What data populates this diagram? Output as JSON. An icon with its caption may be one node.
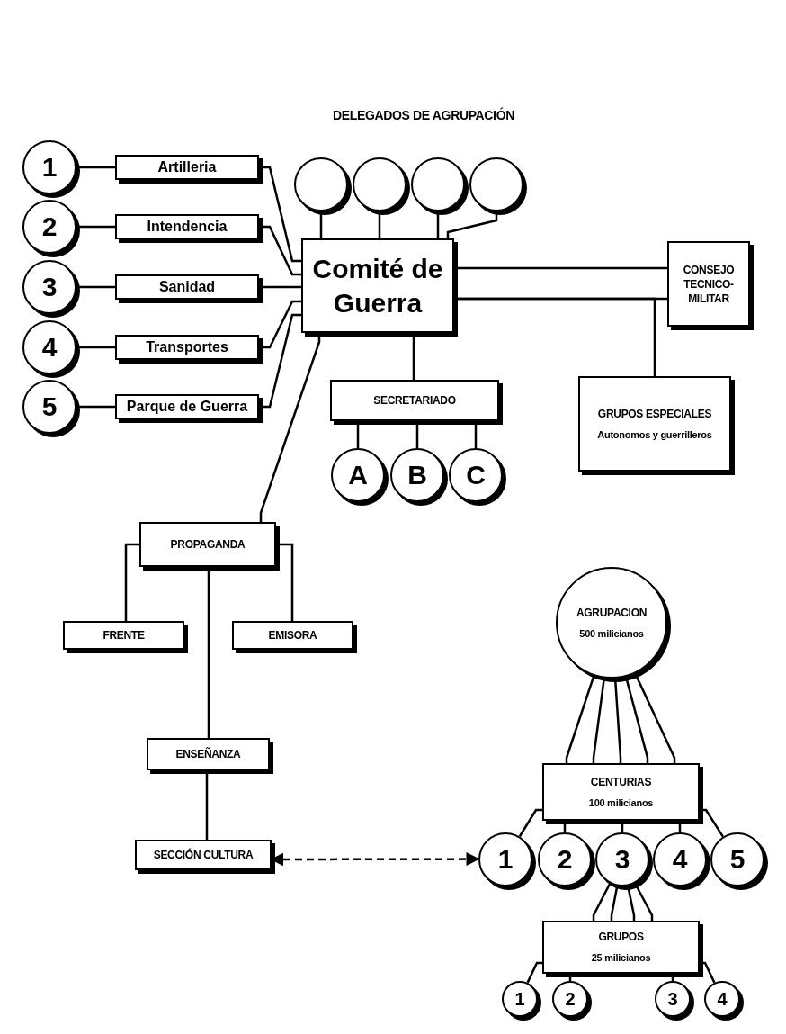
{
  "diagram": {
    "nodes": [
      {
        "text": [],
        "shape": "circle"
      },
      {
        "text": [],
        "shape": "circle"
      },
      {
        "text": [],
        "shape": "circle"
      },
      {
        "text": [],
        "shape": "circle"
      },
      {
        "text": [
          "Comité de Guerra"
        ]
      },
      {
        "text": [
          "1"
        ]
      },
      {
        "text": [
          "2"
        ]
      },
      {
        "text": [
          "3"
        ]
      },
      {
        "text": [
          "4"
        ]
      },
      {
        "text": [
          "5"
        ]
      },
      {
        "text": [
          "Artilleria"
        ]
      },
      {
        "text": [
          "Intendencia"
        ]
      },
      {
        "text": [
          "Sanidad"
        ]
      },
      {
        "text": [
          "Transportes"
        ]
      },
      {
        "text": [
          "Parque de Guerra"
        ]
      },
      {
        "text": [
          "CONSEJO TECNICO-MILITAR"
        ]
      },
      {
        "text": [
          "SECRETARIADO"
        ]
      },
      {
        "text": [
          "A"
        ]
      },
      {
        "text": [
          "B"
        ]
      },
      {
        "text": [
          "C"
        ]
      },
      {
        "text": [
          "GRUPOS ESPECIALES",
          "Autonomos y guerrilleros"
        ]
      },
      {
        "text": [
          "PROPAGANDA"
        ]
      },
      {
        "text": [
          "FRENTE"
        ]
      },
      {
        "text": [
          "EMISORA"
        ]
      },
      {
        "text": [
          "ENSEÑANZA"
        ]
      },
      {
        "text": [
          "SECCIÓN CULTURA"
        ]
      },
      {
        "text": [
          "AGRUPACION",
          "500 milicianos"
        ]
      },
      {
        "text": [
          "CENTURIAS",
          "100 milicianos"
        ]
      },
      {
        "text": [
          "1"
        ]
      },
      {
        "text": [
          "2"
        ]
      },
      {
        "text": [
          "3"
        ]
      },
      {
        "text": [
          "4"
        ]
      },
      {
        "text": [
          "5"
        ]
      },
      {
        "text": [
          "GRUPOS",
          "25 milicianos"
        ]
      },
      {
        "text": [
          "1"
        ]
      },
      {
        "text": [
          "2"
        ]
      },
      {
        "text": [
          "3"
        ]
      },
      {
        "text": [
          "4"
        ]
      }
    ],
    "edges": [
      {
        "from": 0,
        "to": 4,
        "arrow": "none"
      },
      {
        "from": 1,
        "to": 4,
        "arrow": "none"
      },
      {
        "from": 2,
        "to": 4,
        "arrow": "none"
      },
      {
        "from": 3,
        "to": 4,
        "arrow": "none"
      },
      {
        "from": 5,
        "to": 10,
        "arrow": "none"
      },
      {
        "from": 6,
        "to": 11,
        "arrow": "none"
      },
      {
        "from": 7,
        "to": 12,
        "arrow": "none"
      },
      {
        "from": 8,
        "to": 13,
        "arrow": "none"
      },
      {
        "from": 9,
        "to": 14,
        "arrow": "none"
      },
      {
        "from": 10,
        "to": 4,
        "arrow": "none"
      },
      {
        "from": 11,
        "to": 4,
        "arrow": "none"
      },
      {
        "from": 12,
        "to": 4,
        "arrow": "none"
      },
      {
        "from": 13,
        "to": 4,
        "arrow": "none"
      },
      {
        "from": 14,
        "to": 4,
        "arrow": "none"
      },
      {
        "from": 4,
        "to": 15,
        "arrow": "none"
      },
      {
        "from": 4,
        "to": 15,
        "arrow": "none"
      },
      {
        "from": 4,
        "to": 20,
        "arrow": "none"
      },
      {
        "from": 4,
        "to": 16,
        "arrow": "none"
      },
      {
        "from": 16,
        "to": 17,
        "arrow": "none"
      },
      {
        "from": 16,
        "to": 18,
        "arrow": "none"
      },
      {
        "from": 16,
        "to": 19,
        "arrow": "none"
      },
      {
        "from": 4,
        "to": 21,
        "arrow": "none"
      },
      {
        "from": 21,
        "to": 22,
        "arrow": "none"
      },
      {
        "from": 21,
        "to": 23,
        "arrow": "none"
      },
      {
        "from": 21,
        "to": 24,
        "arrow": "none"
      },
      {
        "from": 24,
        "to": 25,
        "arrow": "none"
      },
      {
        "from": 25,
        "to": 28,
        "arrow": "both",
        "style": "dashed"
      },
      {
        "from": 26,
        "to": 27,
        "arrow": "none"
      },
      {
        "from": 26,
        "to": 27,
        "arrow": "none"
      },
      {
        "from": 26,
        "to": 27,
        "arrow": "none"
      },
      {
        "from": 26,
        "to": 27,
        "arrow": "none"
      },
      {
        "from": 26,
        "to": 27,
        "arrow": "none"
      },
      {
        "from": 27,
        "to": 28,
        "arrow": "none"
      },
      {
        "from": 27,
        "to": 29,
        "arrow": "none"
      },
      {
        "from": 27,
        "to": 30,
        "arrow": "none"
      },
      {
        "from": 27,
        "to": 31,
        "arrow": "none"
      },
      {
        "from": 27,
        "to": 32,
        "arrow": "none"
      },
      {
        "from": 30,
        "to": 33,
        "arrow": "none"
      },
      {
        "from": 30,
        "to": 33,
        "arrow": "none"
      },
      {
        "from": 30,
        "to": 33,
        "arrow": "none"
      },
      {
        "from": 30,
        "to": 33,
        "arrow": "none"
      },
      {
        "from": 33,
        "to": 34,
        "arrow": "none"
      },
      {
        "from": 33,
        "to": 35,
        "arrow": "none"
      },
      {
        "from": 33,
        "to": 36,
        "arrow": "none"
      },
      {
        "from": 33,
        "to": 37,
        "arrow": "none"
      }
    ],
    "labels": [
      "DELEGADOS DE AGRUPACIÓN"
    ]
  }
}
